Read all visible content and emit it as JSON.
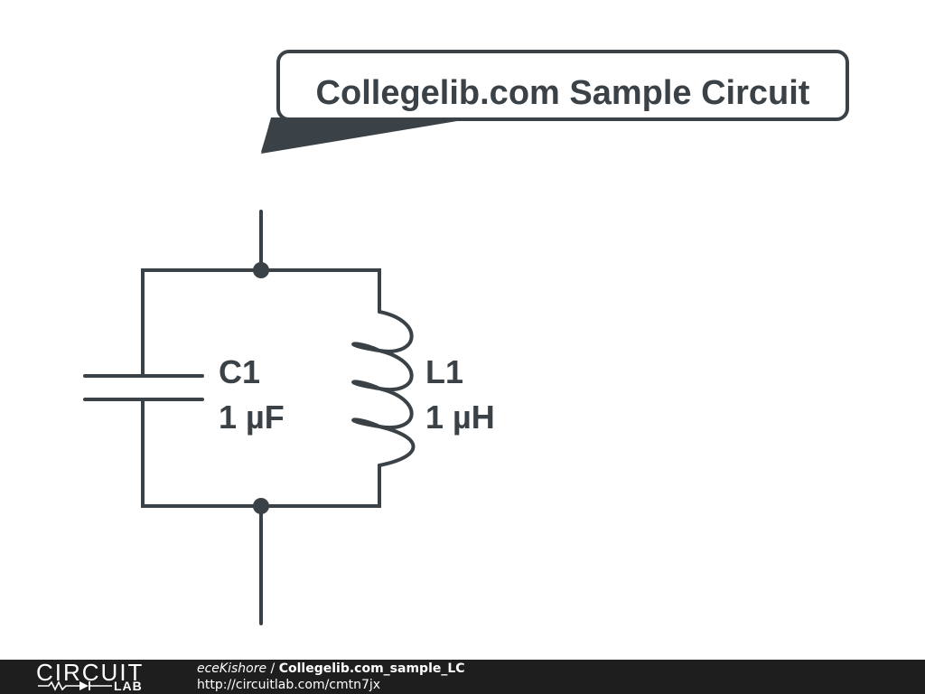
{
  "callout": {
    "text": "Collegelib.com Sample Circuit"
  },
  "components": {
    "capacitor": {
      "designator": "C1",
      "value": "1 µF"
    },
    "inductor": {
      "designator": "L1",
      "value": "1 µH"
    }
  },
  "footer": {
    "logo_top": "CIRCUIT",
    "logo_bottom": "LAB",
    "author": "eceKishore",
    "separator": " / ",
    "project": "Collegelib.com_sample_LC",
    "url": "http://circuitlab.com/cmtn7jx"
  },
  "colors": {
    "ink": "#3b4247",
    "footer_bg": "#1e1e1e",
    "background": "#ffffff"
  }
}
